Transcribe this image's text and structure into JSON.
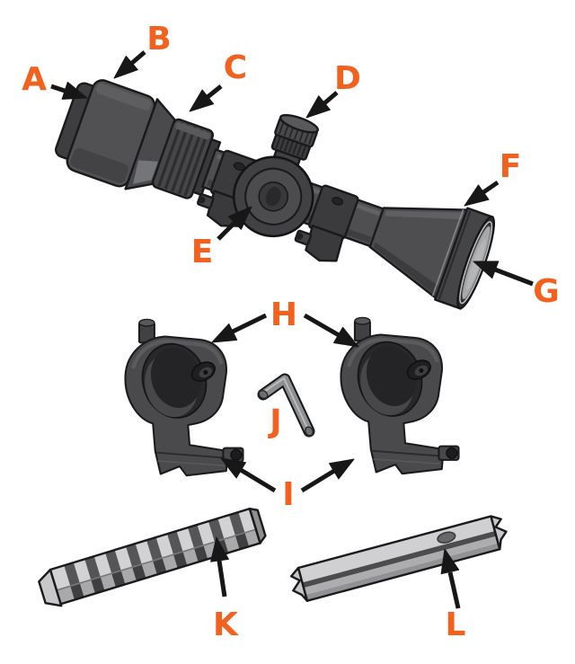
{
  "diagram": {
    "labels": [
      "A",
      "B",
      "C",
      "D",
      "E",
      "F",
      "G",
      "H",
      "I",
      "J",
      "K",
      "L"
    ],
    "colors": {
      "label_orange": "#F2611D",
      "arrow_black": "#171717",
      "scope_body_gray": "#4E4E50",
      "scope_dark_gray": "#3A3A3C",
      "lens_gray": "#A7A8AA",
      "rail_light_gray": "#D2D2D4",
      "rail_slot_gray": "#555557",
      "hex_key_gray": "#8E8F91",
      "background": "#FFFFFF"
    }
  }
}
